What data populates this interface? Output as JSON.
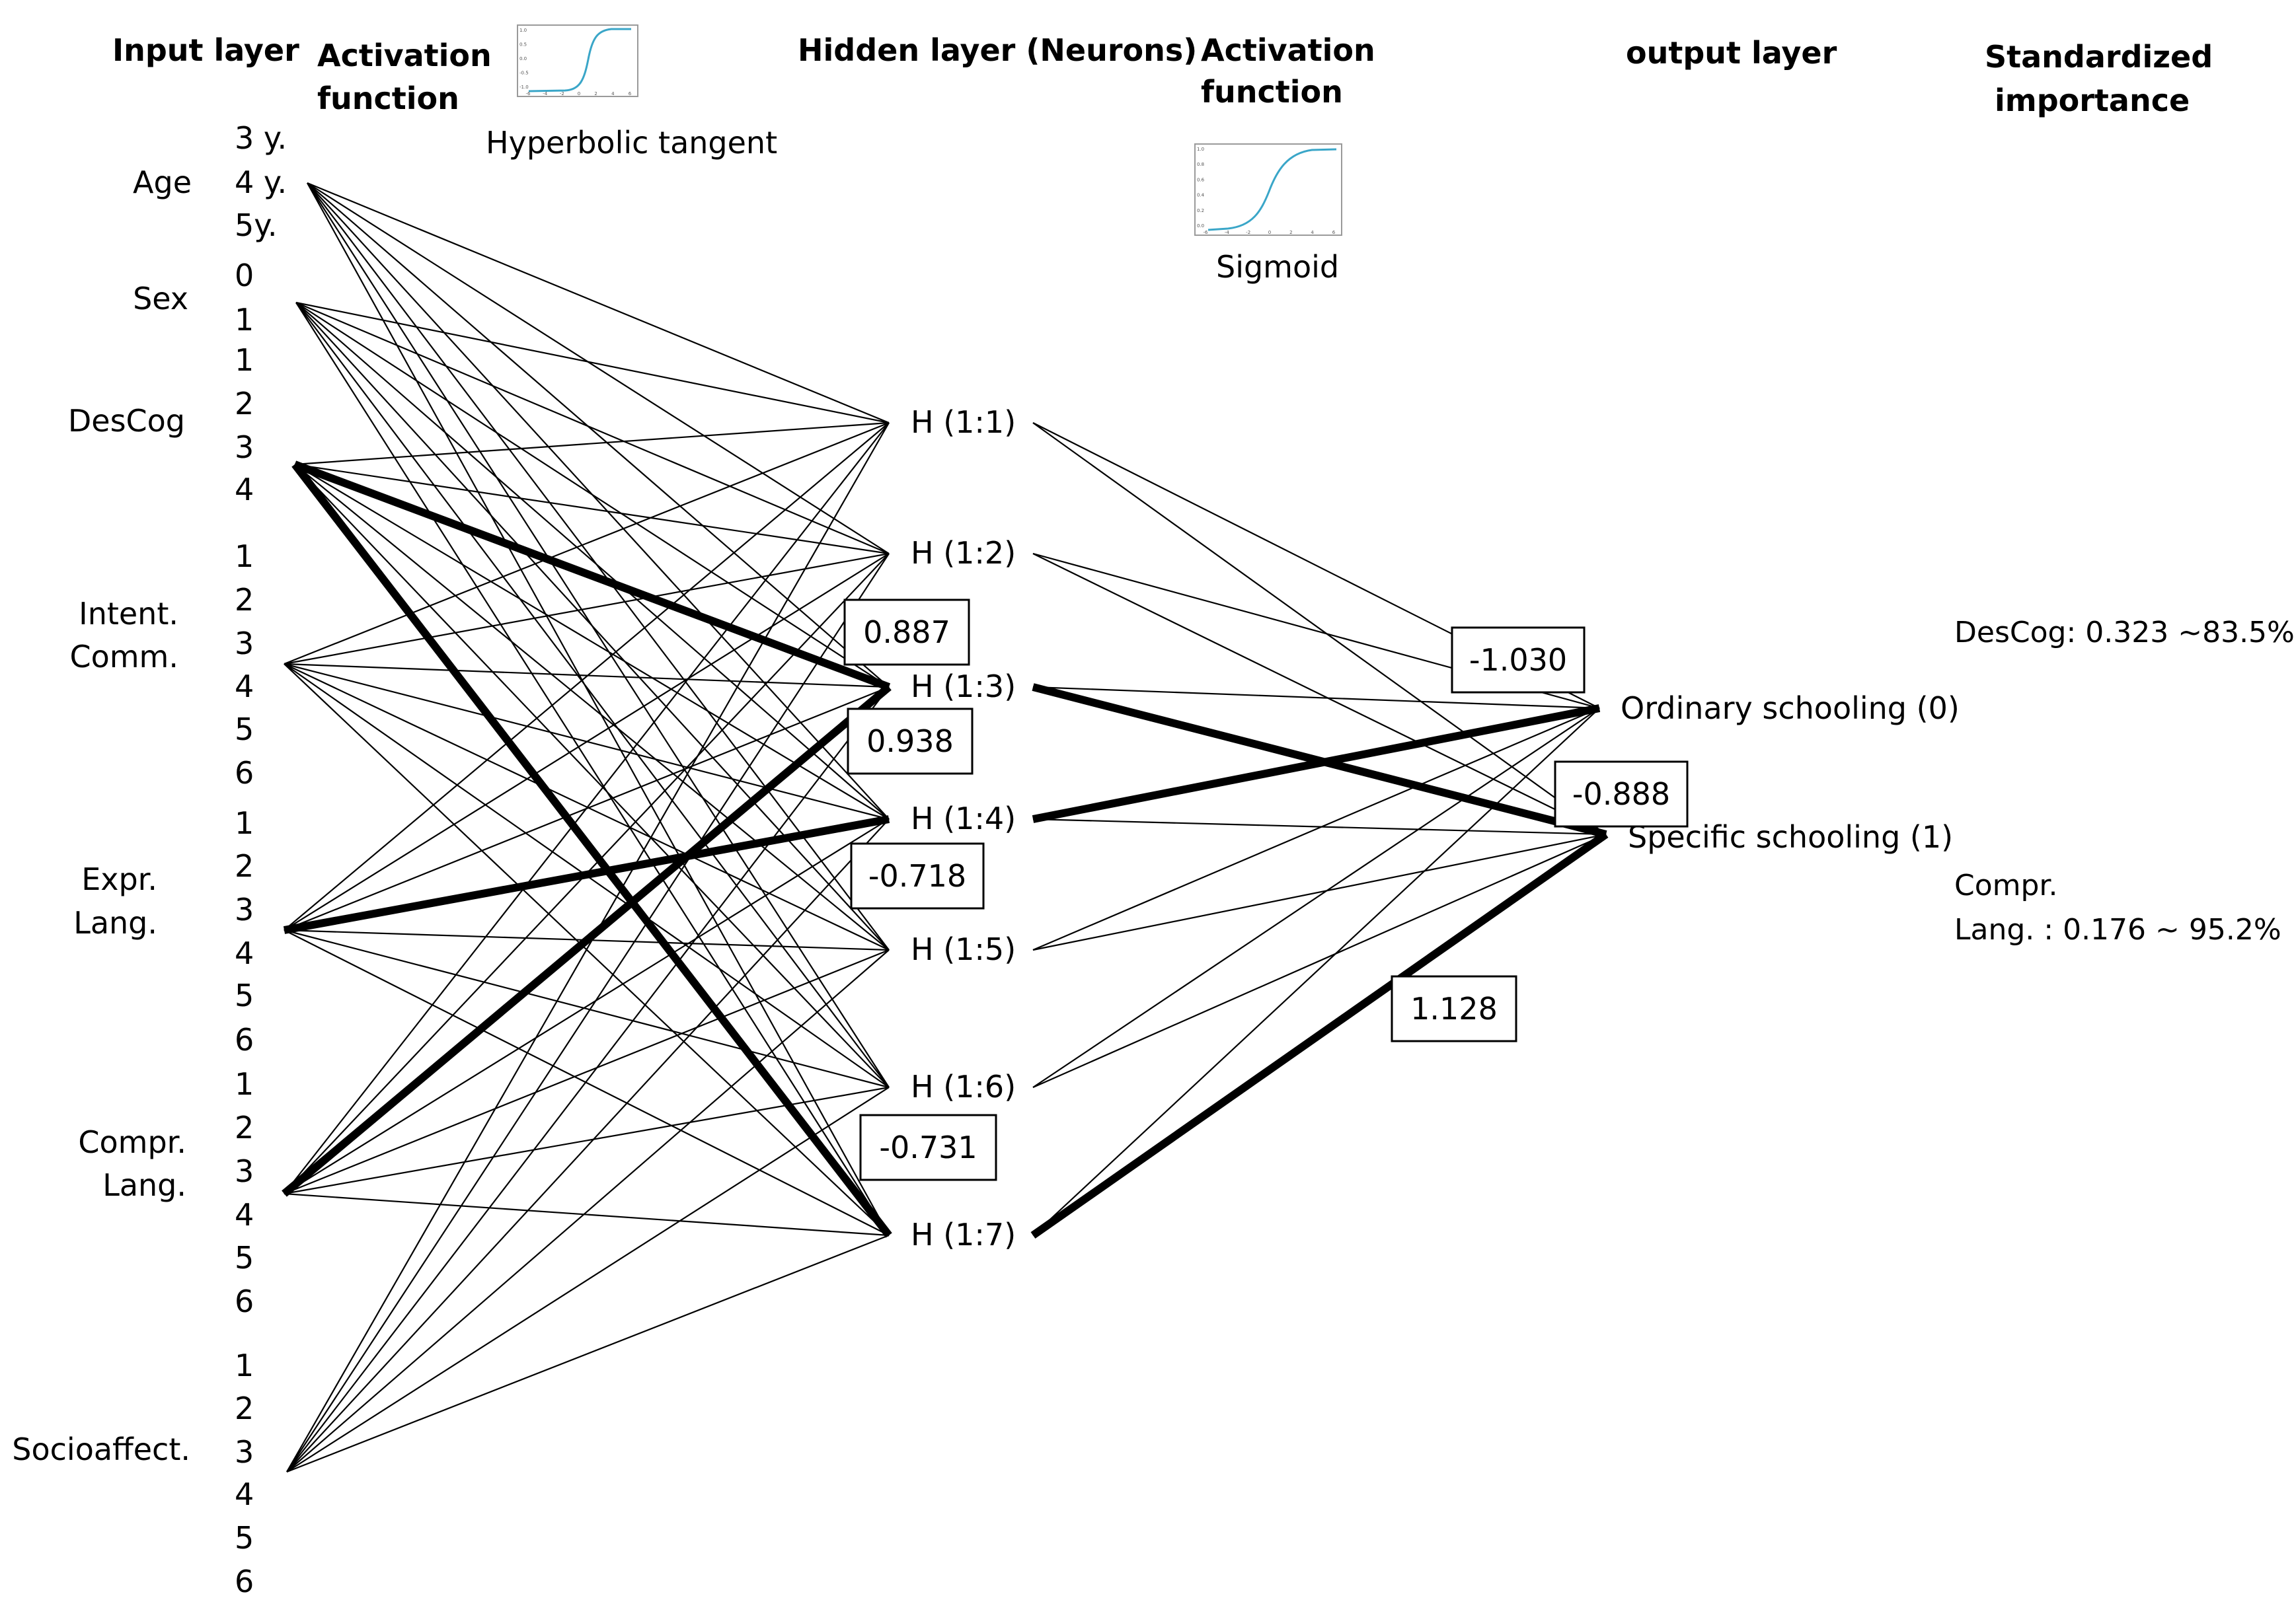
{
  "headers": {
    "input_layer": "Input layer",
    "activation_1": [
      "Activation",
      "function"
    ],
    "hidden_layer": "Hidden layer (Neurons)",
    "activation_2": [
      "Activation",
      "function"
    ],
    "output_layer": "output layer",
    "importance": [
      "Standardized",
      "importance"
    ]
  },
  "activation_functions": [
    {
      "name": "Hyperbolic tangent",
      "icon": "tanh-curve-icon",
      "y_ticks": [
        "1.0",
        "0.5",
        "0.0",
        "-0.5",
        "-1.0"
      ],
      "x_ticks": [
        "-6",
        "-4",
        "-2",
        "0",
        "2",
        "4",
        "6"
      ]
    },
    {
      "name": "Sigmoid",
      "icon": "sigmoid-curve-icon",
      "y_ticks": [
        "1.0",
        "0.8",
        "0.6",
        "0.4",
        "0.2",
        "0.0"
      ],
      "x_ticks": [
        "-6",
        "-4",
        "-2",
        "0",
        "2",
        "4",
        "6"
      ]
    }
  ],
  "inputs": [
    {
      "id": "age",
      "label": [
        "Age"
      ],
      "codes": [
        "3 y.",
        "4 y.",
        "5y."
      ]
    },
    {
      "id": "sex",
      "label": [
        "Sex"
      ],
      "codes": [
        "0",
        "1"
      ]
    },
    {
      "id": "descog",
      "label": [
        "DesCog"
      ],
      "codes": [
        "1",
        "2",
        "3",
        "4"
      ]
    },
    {
      "id": "intent",
      "label": [
        "Intent.",
        "Comm."
      ],
      "codes": [
        "1",
        "2",
        "3",
        "4",
        "5",
        "6"
      ]
    },
    {
      "id": "expr",
      "label": [
        "Expr.",
        "Lang."
      ],
      "codes": [
        "1",
        "2",
        "3",
        "4",
        "5",
        "6"
      ]
    },
    {
      "id": "compr",
      "label": [
        "Compr.",
        "Lang."
      ],
      "codes": [
        "1",
        "2",
        "3",
        "4",
        "5",
        "6"
      ]
    },
    {
      "id": "socio",
      "label": [
        "Socioaffect."
      ],
      "codes": [
        "1",
        "2",
        "3",
        "4",
        "5",
        "6"
      ]
    }
  ],
  "hidden": [
    "H (1:1)",
    "H (1:2)",
    "H (1:3)",
    "H (1:4)",
    "H (1:5)",
    "H (1:6)",
    "H (1:7)"
  ],
  "outputs": [
    "Ordinary schooling  (0)",
    "Specific schooling  (1)"
  ],
  "strong_weights": [
    {
      "from": "descog",
      "to": "H (1:3)",
      "value": "0.887"
    },
    {
      "from": "compr",
      "to": "H (1:3)",
      "value": "0.938"
    },
    {
      "from": "expr",
      "to": "H (1:4)",
      "value": "-0.718"
    },
    {
      "from": "descog",
      "to": "H (1:7)",
      "value": "-0.731"
    },
    {
      "from": "H (1:4)",
      "to": "Ordinary schooling  (0)",
      "value": "-1.030"
    },
    {
      "from": "H (1:3)",
      "to": "Specific schooling  (1)",
      "value": "-0.888"
    },
    {
      "from": "H (1:7)",
      "to": "Specific schooling  (1)",
      "value": "1.128"
    }
  ],
  "importance": [
    {
      "lines": [
        "DesCog: 0.323 ~83.5%"
      ]
    },
    {
      "lines": [
        "Compr.",
        "Lang. : 0.176 ~ 95.2%"
      ]
    }
  ]
}
